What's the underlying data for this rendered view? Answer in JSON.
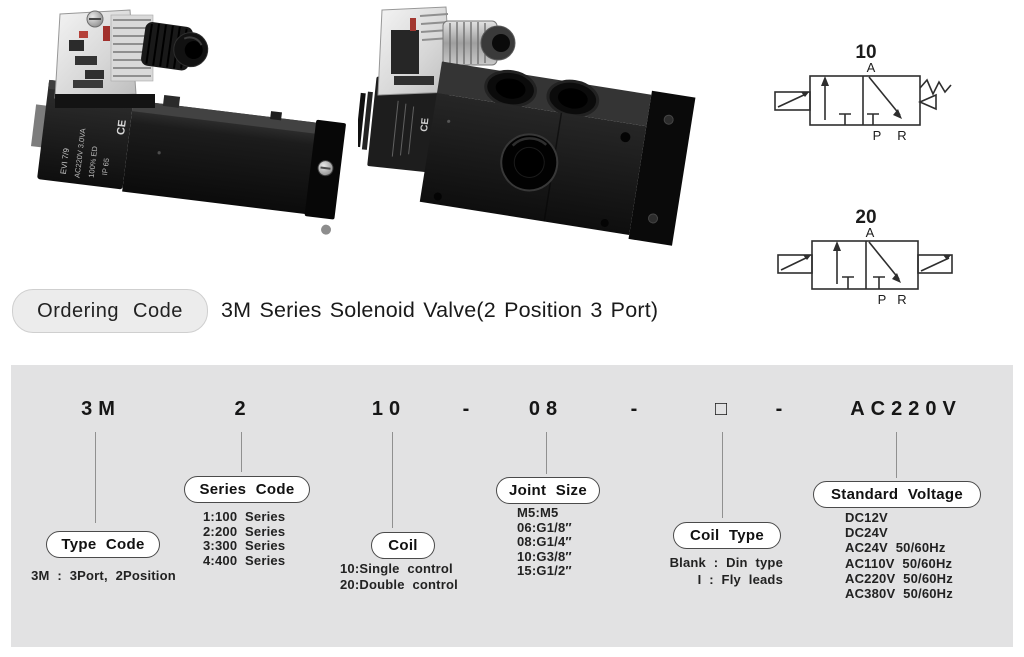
{
  "header": {
    "badge": "Ordering Code",
    "title": "3M Series Solenoid Valve(2 Position 3 Port)"
  },
  "products": [
    {
      "name": "solenoid valve with single coil and DIN connector",
      "coil_label_lines": [
        "EVI 7/9",
        "AC220V 3.0VA",
        "100% ED",
        "IP 65"
      ],
      "ce_mark": "CE"
    },
    {
      "name": "solenoid valve body with threaded ports",
      "ce_mark": "CE"
    }
  ],
  "diagrams": [
    {
      "code": "10",
      "port_top": "A",
      "port_p": "P",
      "port_r": "R"
    },
    {
      "code": "20",
      "port_top": "A",
      "port_p": "P",
      "port_r": "R"
    }
  ],
  "ordering": {
    "code_parts": [
      "3M",
      "2",
      "10",
      "-",
      "08",
      "-",
      "□",
      "-",
      "AC220V"
    ],
    "sections": [
      {
        "label": "Type Code",
        "items": [
          "3M : 3Port, 2Position"
        ]
      },
      {
        "label": "Series Code",
        "items": [
          "1:100 Series",
          "2:200 Series",
          "3:300 Series",
          "4:400 Series"
        ]
      },
      {
        "label": "Coil",
        "items": [
          "10:Single control",
          "20:Double control"
        ]
      },
      {
        "label": "Joint Size",
        "items": [
          "M5:M5",
          "06:G1/8″",
          "08:G1/4″",
          "10:G3/8″",
          "15:G1/2″"
        ]
      },
      {
        "label": "Coil Type",
        "items": [
          "Blank : Din type",
          "I : Fly leads"
        ]
      },
      {
        "label": "Standard Voltage",
        "items": [
          "DC12V",
          "DC24V",
          "AC24V 50/60Hz",
          "AC110V 50/60Hz",
          "AC220V 50/60Hz",
          "AC380V 50/60Hz"
        ]
      }
    ]
  },
  "colors": {
    "panel_bg": "#e2e2e3",
    "line": "#2e2e2e",
    "valve_black": "#141414"
  }
}
